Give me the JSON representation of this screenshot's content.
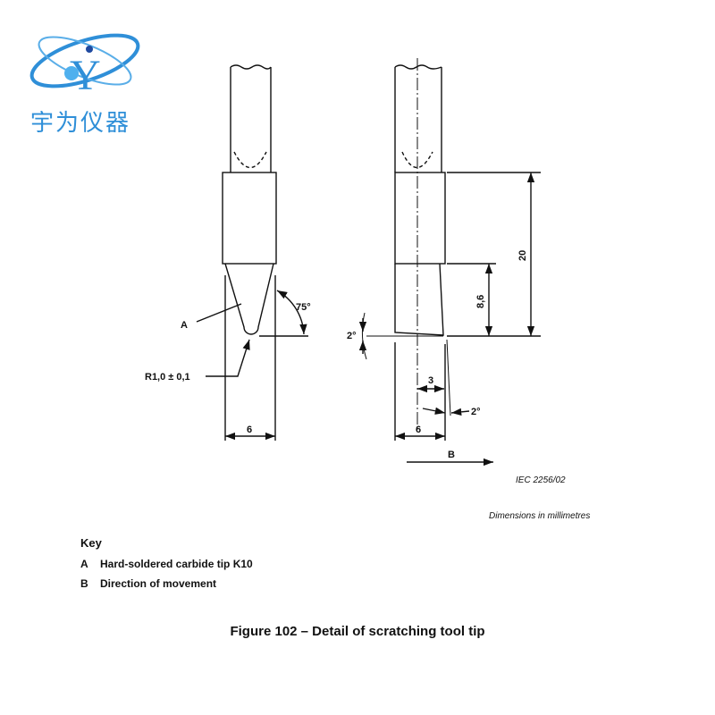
{
  "logo": {
    "text": "宇为仪器",
    "letter": "Y",
    "color": "#2f8fd8"
  },
  "drawing": {
    "label_a": "A",
    "radius": "R1,0 ± 0,1",
    "angle_75": "75°",
    "dim_6_left": "6",
    "dim_6_right": "6",
    "dim_20": "20",
    "dim_8_6": "8,6",
    "dim_3": "3",
    "angle_2_left": "2°",
    "angle_2_bottom": "2°",
    "label_b": "B",
    "ref": "IEC   2256/02",
    "units": "Dimensions in millimetres"
  },
  "key": {
    "title": "Key",
    "items": [
      {
        "letter": "A",
        "text": "Hard-soldered carbide tip K10"
      },
      {
        "letter": "B",
        "text": "Direction of movement"
      }
    ]
  },
  "caption": "Figure 102 – Detail of scratching tool tip"
}
